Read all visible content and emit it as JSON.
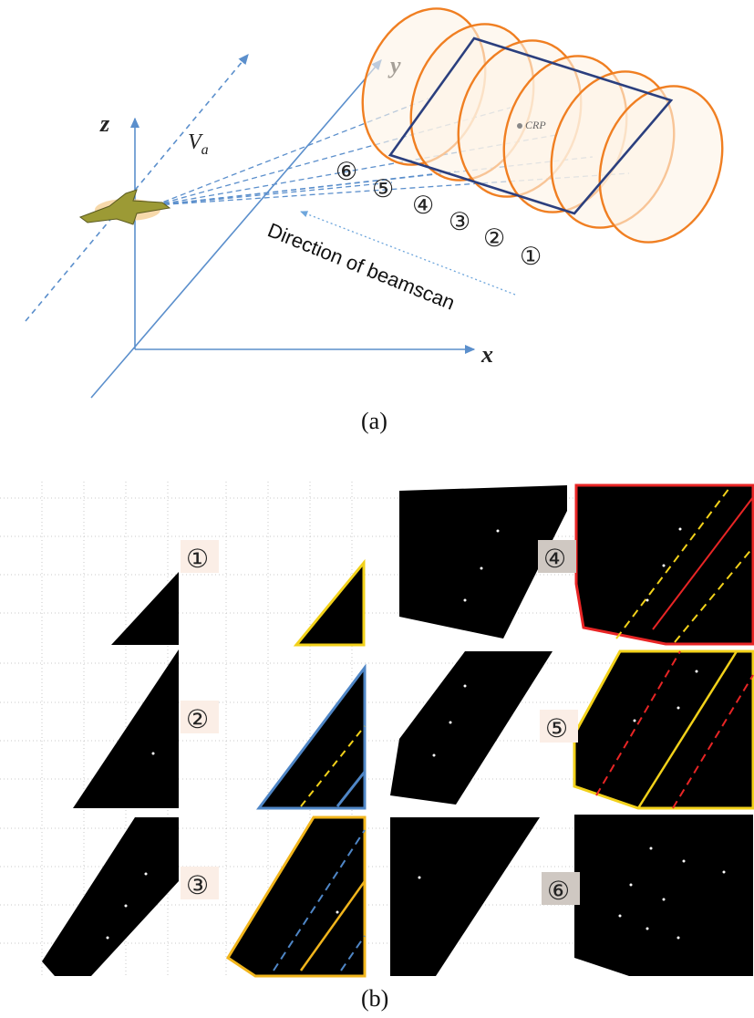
{
  "panel_a": {
    "caption": "(a)",
    "axes": {
      "z": "z",
      "y": "y",
      "x": "x"
    },
    "velocity": {
      "symbol": "V",
      "subscript": "a"
    },
    "crp_label": "CRP",
    "direction_label": "Direction of beamscan",
    "beam_markers": [
      "⑥",
      "⑤",
      "④",
      "③",
      "②",
      "①"
    ],
    "colors": {
      "ellipse": "#f07f22",
      "rect": "#2b3f7e",
      "axis": "#5b8fcc",
      "beam": "#5b8fcc"
    }
  },
  "panel_b": {
    "caption": "(b)",
    "markers": [
      "①",
      "②",
      "③",
      "④",
      "⑤",
      "⑥"
    ],
    "colors": {
      "yellow": "#f2d11a",
      "blue": "#4f86c6",
      "red": "#e82525",
      "gold": "#f1b51c"
    }
  }
}
